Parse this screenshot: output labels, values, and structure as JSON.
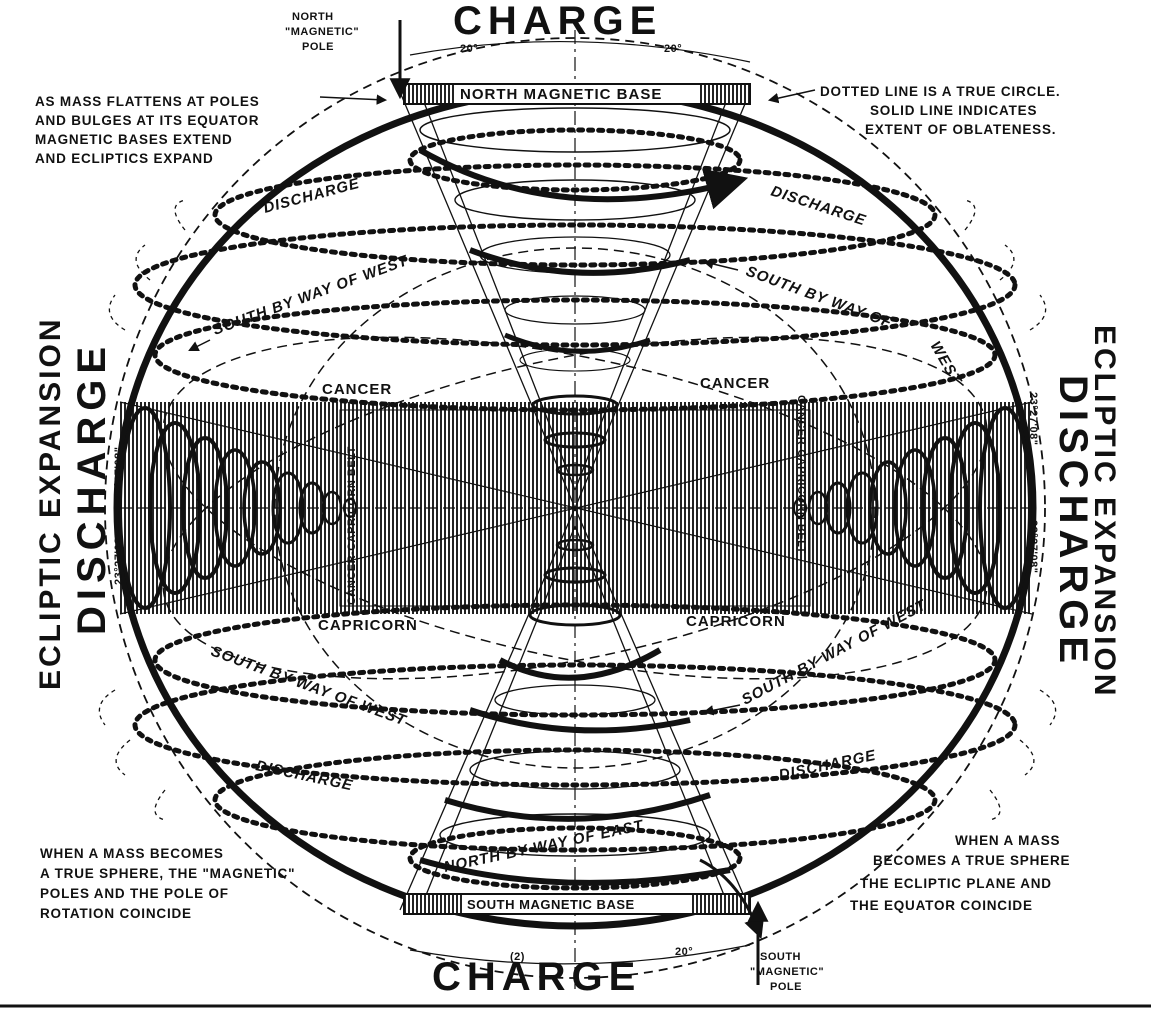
{
  "diagram": {
    "charge_top": "CHARGE",
    "charge_bottom": "CHARGE",
    "north_pole": [
      "NORTH",
      "\"MAGNETIC\"",
      "POLE"
    ],
    "south_pole": [
      "SOUTH",
      "\"MAGNETIC\"",
      "POLE"
    ],
    "north_base": "NORTH MAGNETIC BASE",
    "south_base": "SOUTH MAGNETIC BASE",
    "angle_top_left": "20°",
    "angle_top_right": "20°",
    "angle_bottom_left": "(2)",
    "angle_bottom_right": "20°",
    "note_top_left": [
      "AS MASS FLATTENS AT POLES",
      "AND BULGES AT ITS EQUATOR",
      "MAGNETIC BASES EXTEND",
      "AND ECLIPTICS EXPAND"
    ],
    "note_top_right": [
      "DOTTED LINE IS A TRUE CIRCLE.",
      "SOLID LINE INDICATES",
      "EXTENT OF OBLATENESS."
    ],
    "note_bottom_left": [
      "WHEN A MASS BECOMES",
      "A TRUE SPHERE, THE \"MAGNETIC\"",
      "POLES AND THE POLE OF",
      "ROTATION COINCIDE"
    ],
    "note_bottom_right": [
      "WHEN A MASS",
      "BECOMES A TRUE SPHERE",
      "THE ECLIPTIC PLANE AND",
      "THE EQUATOR COINCIDE"
    ],
    "discharge_upper_left": "DISCHARGE",
    "discharge_upper_right": "DISCHARGE",
    "discharge_lower_left": "DISCHARGE",
    "discharge_lower_right": "DISCHARGE",
    "south_west_upper_left": "SOUTH BY WAY OF WEST",
    "south_west_upper_right_1": "SOUTH BY WAY OF",
    "south_west_upper_right_2": "WEST",
    "south_west_lower_left": "SOUTH BY WAY OF WEST",
    "south_west_lower_right": "SOUTH BY WAY OF WEST",
    "north_east": "NORTH BY WAY OF EAST",
    "cancer_left": "CANCER",
    "cancer_right": "CANCER",
    "capricorn_left": "CAPRICORN",
    "capricorn_right": "CAPRICORN",
    "belt_left": "CANCER-CAPRICORN BELT",
    "belt_right": "CANCER-CAPRICORN BELT",
    "ecliptic_left": "ECLIPTIC EXPANSION",
    "ecliptic_right": "ECLIPTIC EXPANSION",
    "discharge_left": "DISCHARGE",
    "discharge_right": "DISCHARGE",
    "deg_a": "23°27'08\"",
    "deg_b": "23°27'08\""
  }
}
